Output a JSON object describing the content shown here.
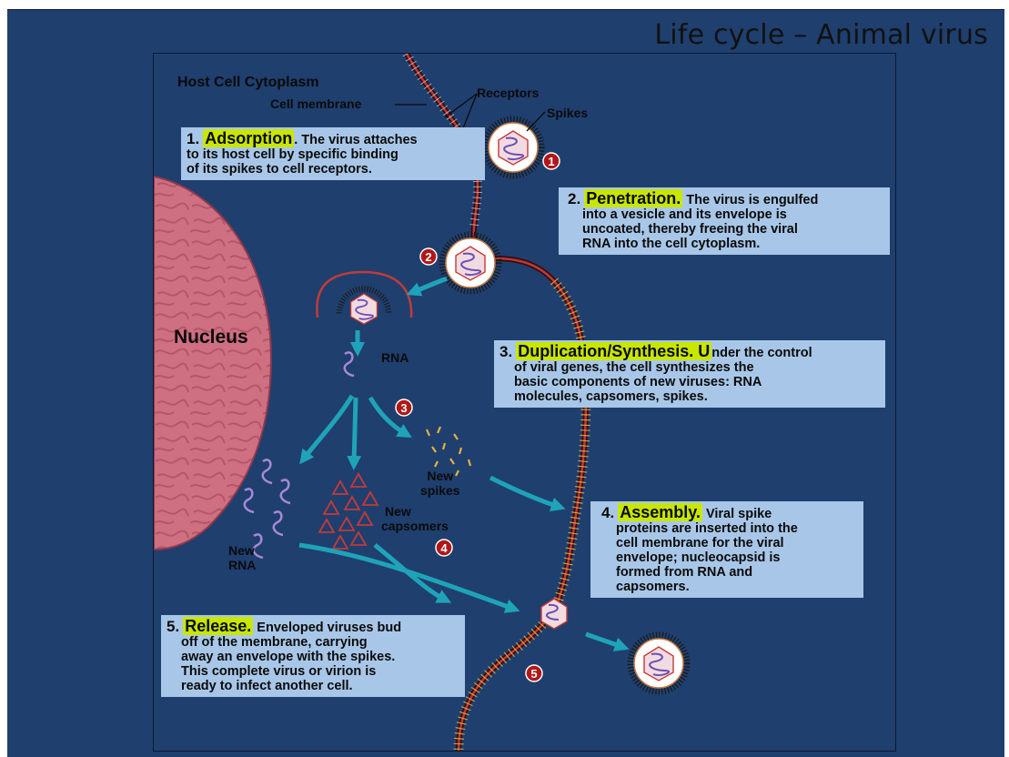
{
  "slide": {
    "title": "Life cycle – Animal virus"
  },
  "labels": {
    "host_cell_cytoplasm": "Host Cell Cytoplasm",
    "cell_membrane": "Cell membrane",
    "receptors": "Receptors",
    "spikes": "Spikes",
    "nucleus": "Nucleus",
    "rna": "RNA",
    "new_spikes_1": "New",
    "new_spikes_2": "spikes",
    "new_capsomers_1": "New",
    "new_capsomers_2": "capsomers",
    "new_rna_1": "New",
    "new_rna_2": "RNA"
  },
  "markers": [
    "1",
    "2",
    "3",
    "4",
    "5"
  ],
  "steps": [
    {
      "num": "1.",
      "head": "Adsorption",
      "text1": ". The virus attaches",
      "text2": "to its host cell by specific binding",
      "text3": "of its spikes to cell receptors."
    },
    {
      "num": "2.",
      "head": "Penetration.",
      "text1": " The virus is engulfed",
      "text2": "into a vesicle and its envelope is",
      "text3": "uncoated, thereby freeing the viral",
      "text4": "RNA into the cell cytoplasm."
    },
    {
      "num": "3.",
      "head": "Duplication/Synthesis. U",
      "text1": "nder the control",
      "text2": "of viral genes, the cell synthesizes the",
      "text3": "basic components of new viruses: RNA",
      "text4": "molecules, capsomers, spikes."
    },
    {
      "num": "4.",
      "head": "Assembly.",
      "text1": " Viral spike",
      "text2": "proteins are inserted into the",
      "text3": "cell membrane for the viral",
      "text4": "envelope; nucleocapsid is",
      "text5": "formed from RNA and",
      "text6": "capsomers."
    },
    {
      "num": "5.",
      "head": "Release.",
      "text1": " Enveloped viruses bud",
      "text2": "off of the membrane, carrying",
      "text3": "away an envelope with the spikes.",
      "text4": "This complete virus or virion is",
      "text5": "ready to infect another cell."
    }
  ],
  "colors": {
    "slide_bg": "#1f3f6e",
    "box_bg": "#a8c7e8",
    "highlight": "#c8e600",
    "arrow": "#1fa3b8",
    "nucleus": "#c9687a",
    "membrane": "#b83a3a",
    "marker": "#b01818",
    "rna": "#a58ad6",
    "capsomer": "#c43a3a",
    "spike": "#e8b040"
  }
}
